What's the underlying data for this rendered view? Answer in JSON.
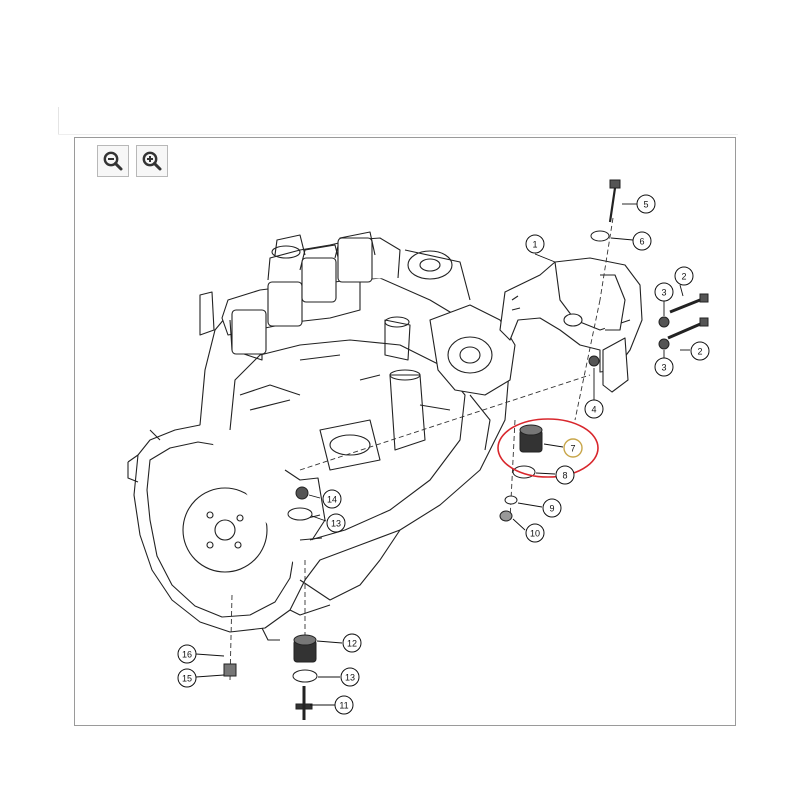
{
  "toolbar": {
    "zoom_out_icon": "zoom-out-icon",
    "zoom_in_icon": "zoom-in-icon"
  },
  "highlight": {
    "color": "#d8262c",
    "callout_color": "#c8a64a"
  },
  "callouts": [
    {
      "label": "1"
    },
    {
      "label": "2"
    },
    {
      "label": "2"
    },
    {
      "label": "3"
    },
    {
      "label": "3"
    },
    {
      "label": "4"
    },
    {
      "label": "5"
    },
    {
      "label": "6"
    },
    {
      "label": "7"
    },
    {
      "label": "8"
    },
    {
      "label": "9"
    },
    {
      "label": "10"
    },
    {
      "label": "11"
    },
    {
      "label": "12"
    },
    {
      "label": "13"
    },
    {
      "label": "13"
    },
    {
      "label": "14"
    },
    {
      "label": "15"
    },
    {
      "label": "16"
    }
  ]
}
